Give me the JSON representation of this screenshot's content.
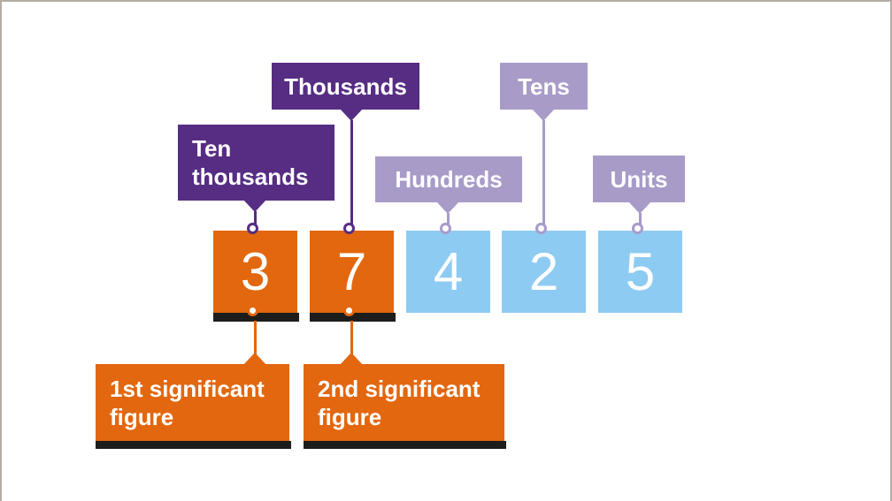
{
  "colors": {
    "dark_purple": "#562d83",
    "light_purple": "#a89bc8",
    "orange": "#e2670e",
    "blue": "#8dcbf2",
    "strip_black": "#1d1d1b",
    "border_gray": "#b4aca3"
  },
  "place_labels": [
    {
      "text": "Ten thousands"
    },
    {
      "text": "Thousands"
    },
    {
      "text": "Hundreds"
    },
    {
      "text": "Tens"
    },
    {
      "text": "Units"
    }
  ],
  "digits": [
    {
      "value": "3",
      "significant": true
    },
    {
      "value": "7",
      "significant": true
    },
    {
      "value": "4",
      "significant": false
    },
    {
      "value": "2",
      "significant": false
    },
    {
      "value": "5",
      "significant": false
    }
  ],
  "significant_labels": [
    {
      "text": "1st significant figure"
    },
    {
      "text": "2nd significant figure"
    }
  ]
}
